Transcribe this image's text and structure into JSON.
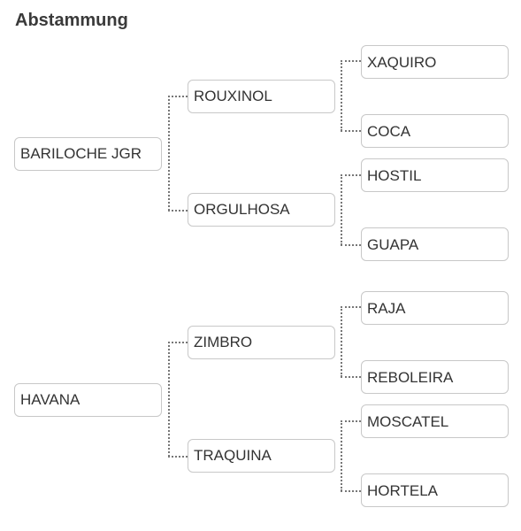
{
  "section_title": "Abstammung",
  "pedigree": {
    "sire_line": {
      "parent": "BARILOCHE JGR",
      "grandparents": [
        {
          "name": "ROUXINOL",
          "parents": [
            "XAQUIRO",
            "COCA"
          ]
        },
        {
          "name": "ORGULHOSA",
          "parents": [
            "HOSTIL",
            "GUAPA"
          ]
        }
      ]
    },
    "dam_line": {
      "parent": "HAVANA",
      "grandparents": [
        {
          "name": "ZIMBRO",
          "parents": [
            "RAJA",
            "REBOLEIRA"
          ]
        },
        {
          "name": "TRAQUINA",
          "parents": [
            "MOSCATEL",
            "HORTELA"
          ]
        }
      ]
    }
  }
}
